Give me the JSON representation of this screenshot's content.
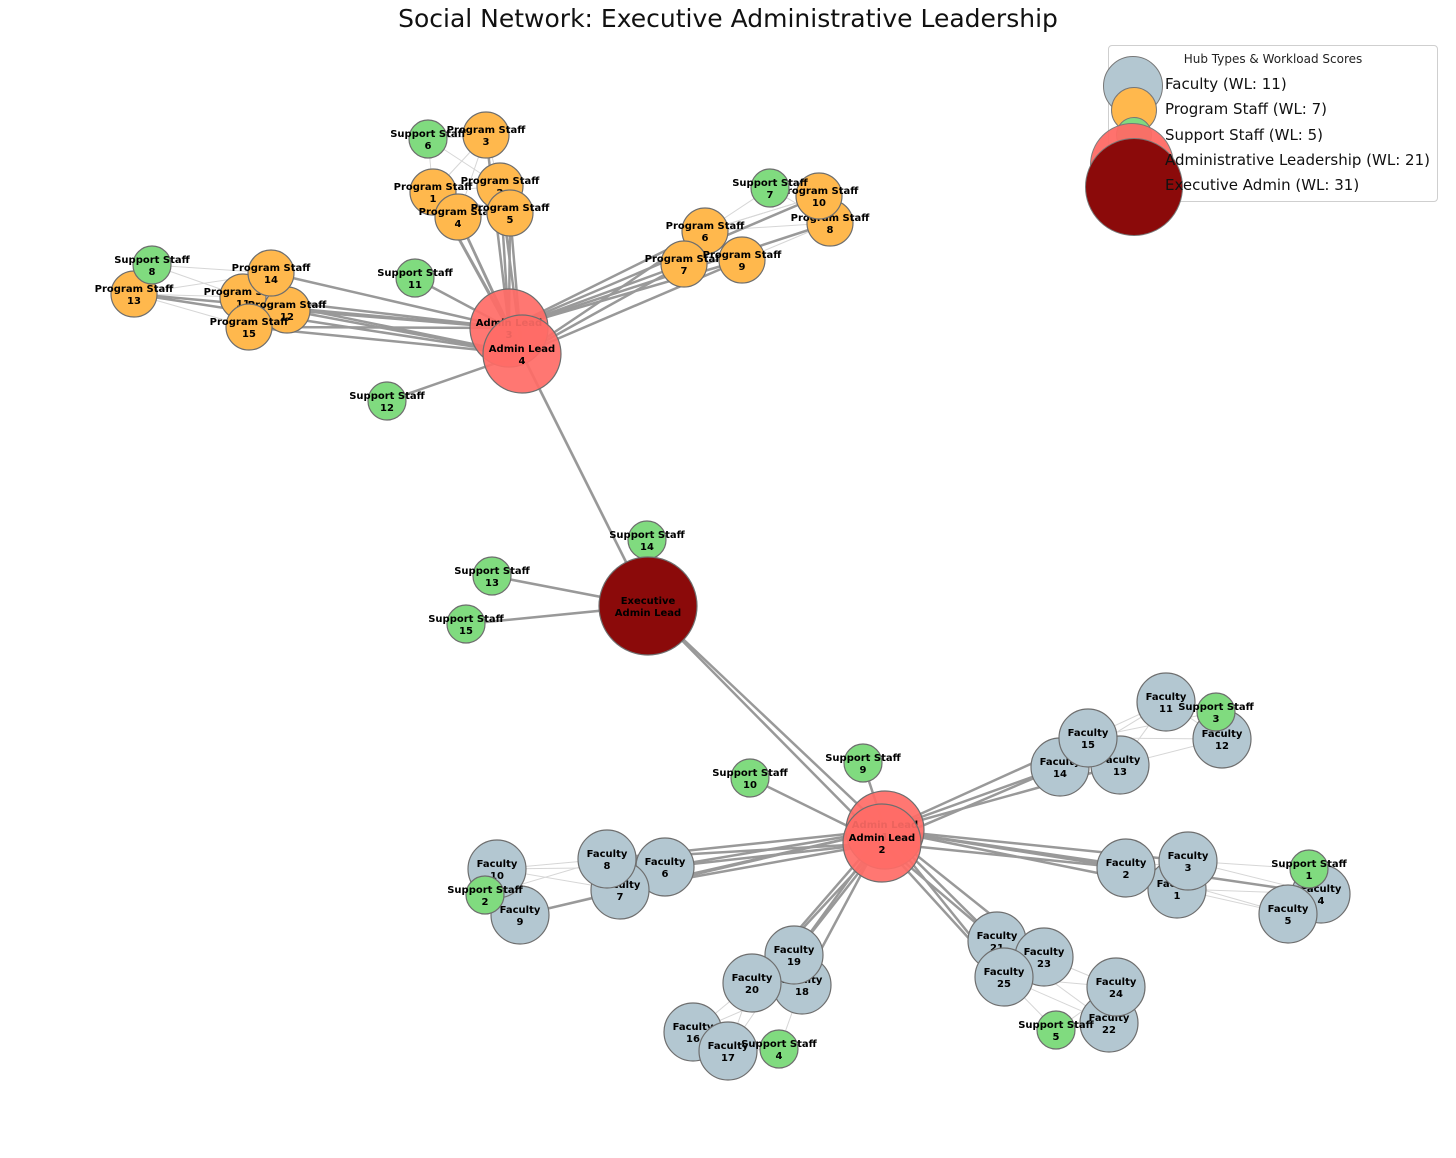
{
  "title": "Social Network: Executive Administrative Leadership",
  "colors": {
    "faculty": "#b3c7d1",
    "program": "#ffb84d",
    "support": "#80db7f",
    "admin": "#ff6b66",
    "exec": "#8b0a0a",
    "edge": "#999999",
    "edge_light": "#d6d6d6"
  },
  "legend": {
    "title": "Hub Types & Workload Scores",
    "items": [
      {
        "label": "Faculty (WL: 11)",
        "type": "faculty"
      },
      {
        "label": "Program Staff (WL: 7)",
        "type": "program"
      },
      {
        "label": "Support Staff (WL: 5)",
        "type": "support"
      },
      {
        "label": "Administrative Leadership (WL: 21)",
        "type": "admin"
      },
      {
        "label": "Executive Admin (WL: 31)",
        "type": "exec"
      }
    ]
  },
  "nodes": [
    {
      "id": "E",
      "type": "exec",
      "line1": "Executive",
      "line2": "Admin Lead"
    },
    {
      "id": "A1",
      "type": "admin",
      "line1": "Admin Lead",
      "line2": "1"
    },
    {
      "id": "A2",
      "type": "admin",
      "line1": "Admin Lead",
      "line2": "2"
    },
    {
      "id": "A3",
      "type": "admin",
      "line1": "Admin Lead",
      "line2": "3"
    },
    {
      "id": "A4",
      "type": "admin",
      "line1": "Admin Lead",
      "line2": "4"
    },
    {
      "id": "P1",
      "type": "program",
      "line1": "Program Staff",
      "line2": "1"
    },
    {
      "id": "P2",
      "type": "program",
      "line1": "Program Staff",
      "line2": "2"
    },
    {
      "id": "P3",
      "type": "program",
      "line1": "Program Staff",
      "line2": "3"
    },
    {
      "id": "P4",
      "type": "program",
      "line1": "Program Staff",
      "line2": "4"
    },
    {
      "id": "P5",
      "type": "program",
      "line1": "Program Staff",
      "line2": "5"
    },
    {
      "id": "P6",
      "type": "program",
      "line1": "Program Staff",
      "line2": "6"
    },
    {
      "id": "P7",
      "type": "program",
      "line1": "Program Staff",
      "line2": "7"
    },
    {
      "id": "P8",
      "type": "program",
      "line1": "Program Staff",
      "line2": "8"
    },
    {
      "id": "P9",
      "type": "program",
      "line1": "Program Staff",
      "line2": "9"
    },
    {
      "id": "P10",
      "type": "program",
      "line1": "Program Staff",
      "line2": "10"
    },
    {
      "id": "P11",
      "type": "program",
      "line1": "Program Staff",
      "line2": "11"
    },
    {
      "id": "P12",
      "type": "program",
      "line1": "Program Staff",
      "line2": "12"
    },
    {
      "id": "P13",
      "type": "program",
      "line1": "Program Staff",
      "line2": "13"
    },
    {
      "id": "P14",
      "type": "program",
      "line1": "Program Staff",
      "line2": "14"
    },
    {
      "id": "P15",
      "type": "program",
      "line1": "Program Staff",
      "line2": "15"
    },
    {
      "id": "F1",
      "type": "faculty",
      "line1": "Faculty",
      "line2": "1"
    },
    {
      "id": "F2",
      "type": "faculty",
      "line1": "Faculty",
      "line2": "2"
    },
    {
      "id": "F3",
      "type": "faculty",
      "line1": "Faculty",
      "line2": "3"
    },
    {
      "id": "F4",
      "type": "faculty",
      "line1": "Faculty",
      "line2": "4"
    },
    {
      "id": "F5",
      "type": "faculty",
      "line1": "Faculty",
      "line2": "5"
    },
    {
      "id": "F6",
      "type": "faculty",
      "line1": "Faculty",
      "line2": "6"
    },
    {
      "id": "F7",
      "type": "faculty",
      "line1": "Faculty",
      "line2": "7"
    },
    {
      "id": "F8",
      "type": "faculty",
      "line1": "Faculty",
      "line2": "8"
    },
    {
      "id": "F9",
      "type": "faculty",
      "line1": "Faculty",
      "line2": "9"
    },
    {
      "id": "F10",
      "type": "faculty",
      "line1": "Faculty",
      "line2": "10"
    },
    {
      "id": "F11",
      "type": "faculty",
      "line1": "Faculty",
      "line2": "11"
    },
    {
      "id": "F12",
      "type": "faculty",
      "line1": "Faculty",
      "line2": "12"
    },
    {
      "id": "F13",
      "type": "faculty",
      "line1": "Faculty",
      "line2": "13"
    },
    {
      "id": "F14",
      "type": "faculty",
      "line1": "Faculty",
      "line2": "14"
    },
    {
      "id": "F15",
      "type": "faculty",
      "line1": "Faculty",
      "line2": "15"
    },
    {
      "id": "F16",
      "type": "faculty",
      "line1": "Faculty",
      "line2": "16"
    },
    {
      "id": "F17",
      "type": "faculty",
      "line1": "Faculty",
      "line2": "17"
    },
    {
      "id": "F18",
      "type": "faculty",
      "line1": "Faculty",
      "line2": "18"
    },
    {
      "id": "F19",
      "type": "faculty",
      "line1": "Faculty",
      "line2": "19"
    },
    {
      "id": "F20",
      "type": "faculty",
      "line1": "Faculty",
      "line2": "20"
    },
    {
      "id": "F21",
      "type": "faculty",
      "line1": "Faculty",
      "line2": "21"
    },
    {
      "id": "F22",
      "type": "faculty",
      "line1": "Faculty",
      "line2": "22"
    },
    {
      "id": "F23",
      "type": "faculty",
      "line1": "Faculty",
      "line2": "23"
    },
    {
      "id": "F24",
      "type": "faculty",
      "line1": "Faculty",
      "line2": "24"
    },
    {
      "id": "F25",
      "type": "faculty",
      "line1": "Faculty",
      "line2": "25"
    },
    {
      "id": "S1",
      "type": "support",
      "line1": "Support Staff",
      "line2": "1"
    },
    {
      "id": "S2",
      "type": "support",
      "line1": "Support Staff",
      "line2": "2"
    },
    {
      "id": "S3",
      "type": "support",
      "line1": "Support Staff",
      "line2": "3"
    },
    {
      "id": "S4",
      "type": "support",
      "line1": "Support Staff",
      "line2": "4"
    },
    {
      "id": "S5",
      "type": "support",
      "line1": "Support Staff",
      "line2": "5"
    },
    {
      "id": "S6",
      "type": "support",
      "line1": "Support Staff",
      "line2": "6"
    },
    {
      "id": "S7",
      "type": "support",
      "line1": "Support Staff",
      "line2": "7"
    },
    {
      "id": "S8",
      "type": "support",
      "line1": "Support Staff",
      "line2": "8"
    },
    {
      "id": "S9",
      "type": "support",
      "line1": "Support Staff",
      "line2": "9"
    },
    {
      "id": "S10",
      "type": "support",
      "line1": "Support Staff",
      "line2": "10"
    },
    {
      "id": "S11",
      "type": "support",
      "line1": "Support Staff",
      "line2": "11"
    },
    {
      "id": "S12",
      "type": "support",
      "line1": "Support Staff",
      "line2": "12"
    },
    {
      "id": "S13",
      "type": "support",
      "line1": "Support Staff",
      "line2": "13"
    },
    {
      "id": "S14",
      "type": "support",
      "line1": "Support Staff",
      "line2": "14"
    },
    {
      "id": "S15",
      "type": "support",
      "line1": "Support Staff",
      "line2": "15"
    }
  ],
  "edges": [
    [
      "E",
      "A3"
    ],
    [
      "E",
      "A4"
    ],
    [
      "E",
      "A1"
    ],
    [
      "E",
      "A2"
    ],
    [
      "E",
      "S13"
    ],
    [
      "E",
      "S14"
    ],
    [
      "E",
      "S15"
    ],
    [
      "A3",
      "P1"
    ],
    [
      "A3",
      "P2"
    ],
    [
      "A3",
      "P3"
    ],
    [
      "A3",
      "P4"
    ],
    [
      "A3",
      "P5"
    ],
    [
      "A3",
      "P6"
    ],
    [
      "A3",
      "P7"
    ],
    [
      "A3",
      "P8"
    ],
    [
      "A3",
      "P9"
    ],
    [
      "A3",
      "P10"
    ],
    [
      "A3",
      "P11"
    ],
    [
      "A3",
      "P12"
    ],
    [
      "A3",
      "P13"
    ],
    [
      "A3",
      "P14"
    ],
    [
      "A3",
      "P15"
    ],
    [
      "A3",
      "S11"
    ],
    [
      "A4",
      "P1"
    ],
    [
      "A4",
      "P2"
    ],
    [
      "A4",
      "P4"
    ],
    [
      "A4",
      "P5"
    ],
    [
      "A4",
      "P6"
    ],
    [
      "A4",
      "P7"
    ],
    [
      "A4",
      "P9"
    ],
    [
      "A4",
      "P11"
    ],
    [
      "A4",
      "P12"
    ],
    [
      "A4",
      "P13"
    ],
    [
      "A4",
      "P15"
    ],
    [
      "A4",
      "S12"
    ],
    [
      "A1",
      "F1"
    ],
    [
      "A1",
      "F2"
    ],
    [
      "A1",
      "F3"
    ],
    [
      "A1",
      "F4"
    ],
    [
      "A1",
      "F6"
    ],
    [
      "A1",
      "F7"
    ],
    [
      "A1",
      "F8"
    ],
    [
      "A1",
      "F9"
    ],
    [
      "A1",
      "F13"
    ],
    [
      "A1",
      "F14"
    ],
    [
      "A1",
      "F15"
    ],
    [
      "A1",
      "F18"
    ],
    [
      "A1",
      "F19"
    ],
    [
      "A1",
      "F20"
    ],
    [
      "A1",
      "F21"
    ],
    [
      "A1",
      "F23"
    ],
    [
      "A1",
      "F25"
    ],
    [
      "A1",
      "S9"
    ],
    [
      "A2",
      "F2"
    ],
    [
      "A2",
      "F6"
    ],
    [
      "A2",
      "F7"
    ],
    [
      "A2",
      "F8"
    ],
    [
      "A2",
      "F14"
    ],
    [
      "A2",
      "F19"
    ],
    [
      "A2",
      "F20"
    ],
    [
      "A2",
      "F21"
    ],
    [
      "A2",
      "F25"
    ],
    [
      "A2",
      "S10"
    ]
  ],
  "cluster_edges": [
    [
      "P1",
      "P2"
    ],
    [
      "P1",
      "P3"
    ],
    [
      "P1",
      "P4"
    ],
    [
      "P1",
      "P5"
    ],
    [
      "P2",
      "P3"
    ],
    [
      "P2",
      "P5"
    ],
    [
      "P3",
      "P4"
    ],
    [
      "P4",
      "P5"
    ],
    [
      "S6",
      "P1"
    ],
    [
      "S6",
      "P3"
    ],
    [
      "S6",
      "P2"
    ],
    [
      "P6",
      "P7"
    ],
    [
      "P6",
      "P9"
    ],
    [
      "P6",
      "P8"
    ],
    [
      "P6",
      "P10"
    ],
    [
      "P7",
      "P9"
    ],
    [
      "P9",
      "P8"
    ],
    [
      "P8",
      "P10"
    ],
    [
      "P10",
      "P6"
    ],
    [
      "S7",
      "P10"
    ],
    [
      "S7",
      "P6"
    ],
    [
      "S7",
      "P8"
    ],
    [
      "P11",
      "P12"
    ],
    [
      "P11",
      "P13"
    ],
    [
      "P11",
      "P14"
    ],
    [
      "P11",
      "P15"
    ],
    [
      "P12",
      "P14"
    ],
    [
      "P12",
      "P15"
    ],
    [
      "P13",
      "P14"
    ],
    [
      "P13",
      "P15"
    ],
    [
      "S8",
      "P13"
    ],
    [
      "S8",
      "P14"
    ],
    [
      "S8",
      "P11"
    ],
    [
      "F1",
      "F2"
    ],
    [
      "F1",
      "F3"
    ],
    [
      "F1",
      "F4"
    ],
    [
      "F1",
      "F5"
    ],
    [
      "F2",
      "F3"
    ],
    [
      "F3",
      "F4"
    ],
    [
      "F4",
      "F5"
    ],
    [
      "F2",
      "F5"
    ],
    [
      "S1",
      "F3"
    ],
    [
      "S1",
      "F4"
    ],
    [
      "S1",
      "F5"
    ],
    [
      "F6",
      "F7"
    ],
    [
      "F6",
      "F8"
    ],
    [
      "F7",
      "F8"
    ],
    [
      "F7",
      "F9"
    ],
    [
      "F8",
      "F10"
    ],
    [
      "F9",
      "F10"
    ],
    [
      "F6",
      "F10"
    ],
    [
      "F7",
      "F10"
    ],
    [
      "S2",
      "F9"
    ],
    [
      "S2",
      "F10"
    ],
    [
      "S2",
      "F8"
    ],
    [
      "F11",
      "F12"
    ],
    [
      "F11",
      "F13"
    ],
    [
      "F11",
      "F14"
    ],
    [
      "F11",
      "F15"
    ],
    [
      "F12",
      "F13"
    ],
    [
      "F13",
      "F14"
    ],
    [
      "F14",
      "F15"
    ],
    [
      "F12",
      "F15"
    ],
    [
      "S3",
      "F11"
    ],
    [
      "S3",
      "F12"
    ],
    [
      "S3",
      "F15"
    ],
    [
      "F16",
      "F17"
    ],
    [
      "F16",
      "F18"
    ],
    [
      "F16",
      "F20"
    ],
    [
      "F17",
      "F19"
    ],
    [
      "F17",
      "F20"
    ],
    [
      "F18",
      "F20"
    ],
    [
      "F19",
      "F20"
    ],
    [
      "F18",
      "F19"
    ],
    [
      "S4",
      "F16"
    ],
    [
      "S4",
      "F17"
    ],
    [
      "S4",
      "F18"
    ],
    [
      "F21",
      "F22"
    ],
    [
      "F21",
      "F23"
    ],
    [
      "F21",
      "F25"
    ],
    [
      "F22",
      "F24"
    ],
    [
      "F23",
      "F24"
    ],
    [
      "F23",
      "F25"
    ],
    [
      "F22",
      "F25"
    ],
    [
      "F24",
      "F25"
    ],
    [
      "S5",
      "F22"
    ],
    [
      "S5",
      "F25"
    ],
    [
      "S5",
      "F24"
    ]
  ]
}
